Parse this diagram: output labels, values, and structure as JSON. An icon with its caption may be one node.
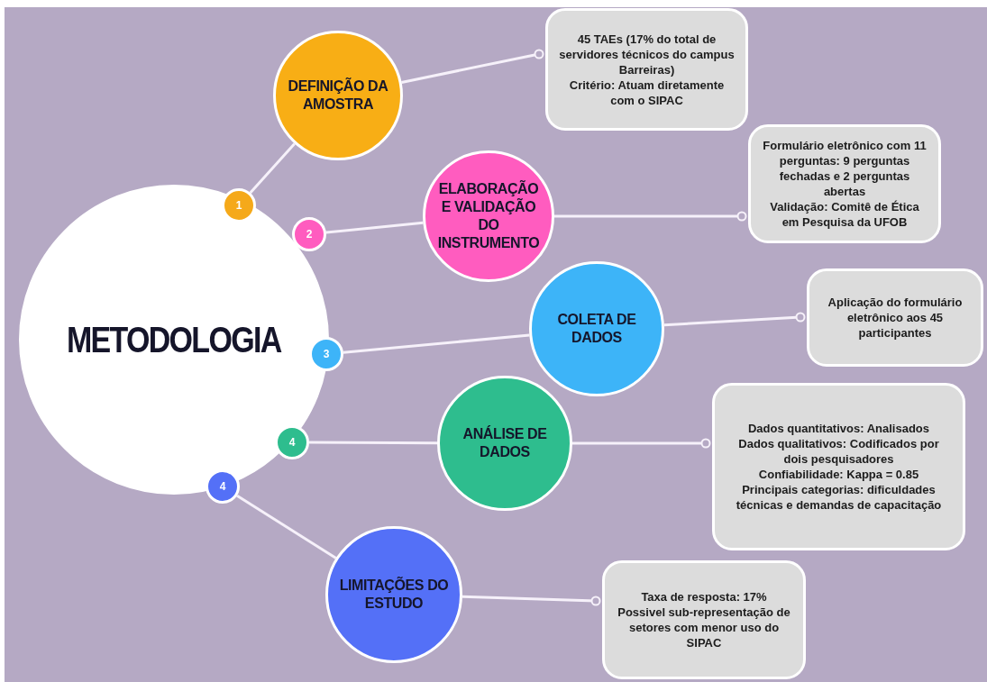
{
  "diagram": {
    "nodes": [
      {
        "text": [
          "METODOLOGIA"
        ]
      },
      {
        "text": [
          "1"
        ],
        "in": 0
      },
      {
        "text": [
          "DEFINIÇÃO DA AMOSTRA"
        ]
      },
      {
        "text": [
          "45 TAEs (17% do total de servidores técnicos do campus Barreiras)",
          "Critério: Atuam diretamente com o SIPAC"
        ]
      },
      {
        "text": [
          "2"
        ],
        "in": 0
      },
      {
        "text": [
          "ELABORAÇÃO E VALIDAÇÃO DO INSTRUMENTO"
        ]
      },
      {
        "text": [
          "Formulário eletrônico com 11 perguntas: 9 perguntas fechadas e 2 perguntas abertas",
          "Validação: Comitê de Ética em Pesquisa da UFOB"
        ]
      },
      {
        "text": [
          "3"
        ],
        "in": 0
      },
      {
        "text": [
          "COLETA DE DADOS"
        ]
      },
      {
        "text": [
          "Aplicação do formulário eletrônico aos 45 participantes"
        ]
      },
      {
        "text": [
          "4"
        ],
        "in": 0
      },
      {
        "text": [
          "ANÁLISE DE DADOS"
        ]
      },
      {
        "text": [
          "Dados quantitativos: Analisados",
          "Dados qualitativos: Codificados por dois pesquisadores",
          "Confiabilidade: Kappa = 0.85",
          "Principais categorias: dificuldades técnicas e demandas de capacitação"
        ]
      },
      {
        "text": [
          "4"
        ],
        "in": 0
      },
      {
        "text": [
          "LIMITAÇÕES DO ESTUDO"
        ]
      },
      {
        "text": [
          "Taxa de resposta: 17%",
          "Possivel sub-representação de setores com menor uso do SIPAC"
        ]
      }
    ],
    "edges": [
      {
        "from": 1,
        "to": 2,
        "arrow": "none"
      },
      {
        "from": 2,
        "to": 3,
        "arrow": "other"
      },
      {
        "from": 4,
        "to": 5,
        "arrow": "none"
      },
      {
        "from": 5,
        "to": 6,
        "arrow": "other"
      },
      {
        "from": 7,
        "to": 8,
        "arrow": "none"
      },
      {
        "from": 8,
        "to": 9,
        "arrow": "other"
      },
      {
        "from": 10,
        "to": 11,
        "arrow": "none"
      },
      {
        "from": 11,
        "to": 12,
        "arrow": "other"
      },
      {
        "from": 13,
        "to": 14,
        "arrow": "none"
      },
      {
        "from": 14,
        "to": 15,
        "arrow": "other"
      }
    ]
  }
}
